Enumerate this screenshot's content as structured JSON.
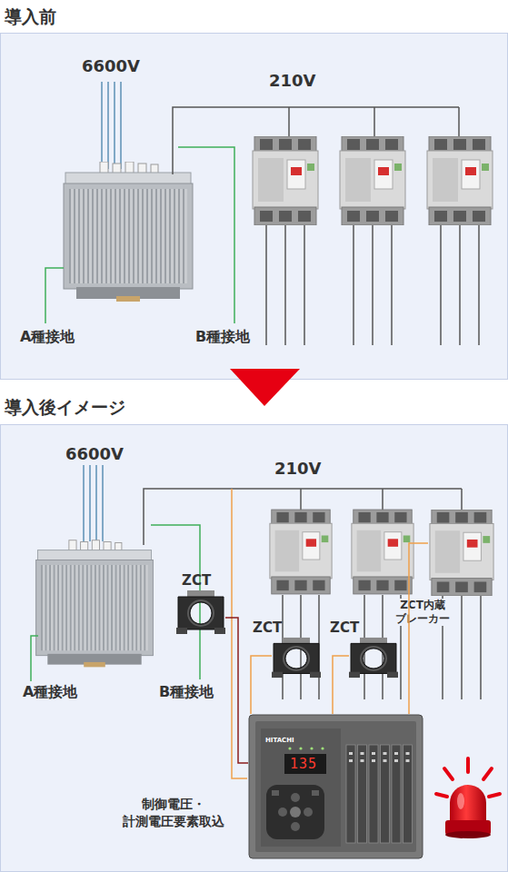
{
  "diagram": {
    "nodes": [
      {
        "text": [
          "導入前"
        ]
      },
      {
        "text": [
          "導入後イメージ"
        ]
      },
      {
        "text": [
          "ZCT"
        ],
        "in": 1
      },
      {
        "text": [
          "ZCT"
        ],
        "in": 1
      },
      {
        "text": [
          "ZCT"
        ],
        "in": 1
      },
      {
        "text": [
          "ZCT内蔵 ブレーカー"
        ],
        "in": 1
      },
      {
        "text": [
          "HITACHI",
          "135"
        ],
        "in": 1
      }
    ],
    "edges": [
      {
        "from": 2,
        "to": 6,
        "arrow": "none"
      },
      {
        "from": 3,
        "to": 6,
        "arrow": "none"
      },
      {
        "from": 4,
        "to": 6,
        "arrow": "none"
      },
      {
        "from": 5,
        "to": 6,
        "arrow": "none"
      }
    ],
    "labels": [
      "6600V",
      "210V",
      "A種接地",
      "B種接地",
      "6600V",
      "210V",
      "A種接地",
      "B種接地",
      "制御電圧・ 計測電圧要素取込"
    ]
  }
}
